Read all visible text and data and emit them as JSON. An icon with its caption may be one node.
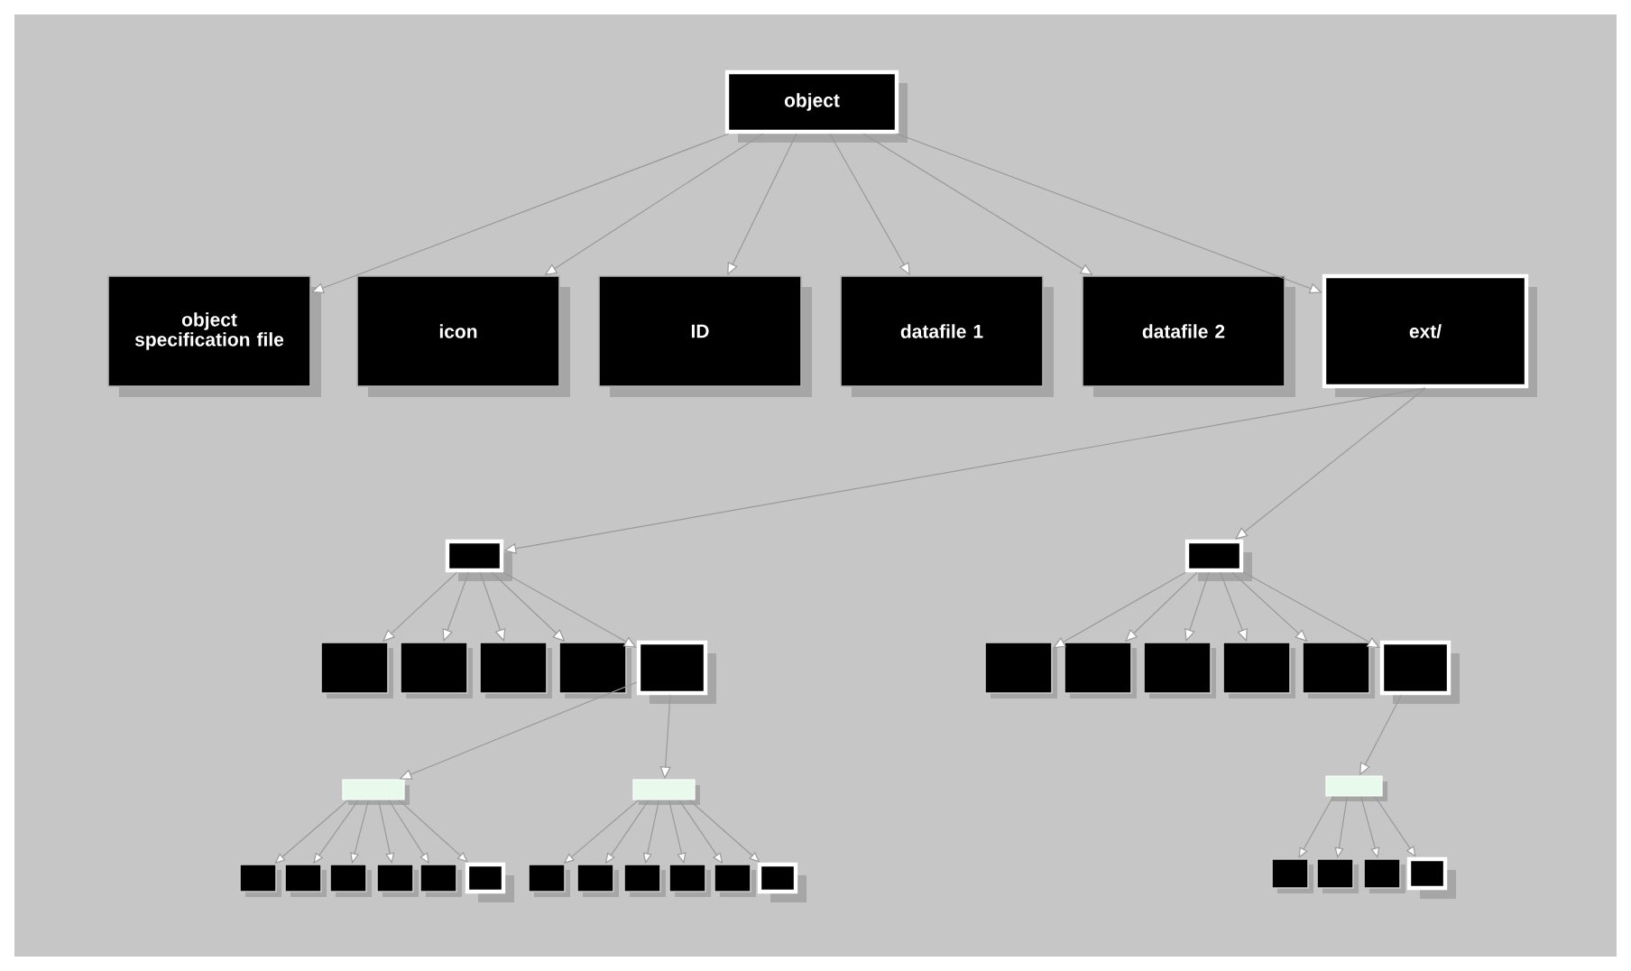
{
  "diagram": {
    "nodes": [
      {
        "text": [
          "object"
        ]
      },
      {
        "text": [
          "object specification file"
        ]
      },
      {
        "text": [
          "icon"
        ]
      },
      {
        "text": [
          "ID"
        ]
      },
      {
        "text": [
          "datafile 1"
        ]
      },
      {
        "text": [
          "datafile 2"
        ]
      },
      {
        "text": [
          "ext/"
        ]
      },
      {
        "text": [],
        "shape": "box"
      },
      {
        "text": [],
        "shape": "box"
      },
      {
        "text": [],
        "shape": "box"
      },
      {
        "text": [],
        "shape": "box"
      },
      {
        "text": [],
        "shape": "box"
      },
      {
        "text": [],
        "shape": "box"
      },
      {
        "text": [],
        "shape": "box"
      },
      {
        "text": [],
        "shape": "box"
      },
      {
        "text": [],
        "shape": "box"
      },
      {
        "text": [],
        "shape": "box"
      },
      {
        "text": [],
        "shape": "box"
      },
      {
        "text": [],
        "shape": "box"
      },
      {
        "text": [],
        "shape": "box"
      },
      {
        "text": [],
        "shape": "box"
      },
      {
        "text": [],
        "shape": "box"
      },
      {
        "text": [],
        "shape": "box"
      },
      {
        "text": [],
        "shape": "box"
      },
      {
        "text": [],
        "shape": "box"
      },
      {
        "text": [],
        "shape": "box"
      },
      {
        "text": [],
        "shape": "box"
      },
      {
        "text": [],
        "shape": "box"
      },
      {
        "text": [],
        "shape": "box"
      },
      {
        "text": [],
        "shape": "box"
      },
      {
        "text": [],
        "shape": "box"
      },
      {
        "text": [],
        "shape": "box"
      },
      {
        "text": [],
        "shape": "box"
      },
      {
        "text": [],
        "shape": "box"
      },
      {
        "text": [],
        "shape": "box"
      },
      {
        "text": [],
        "shape": "box"
      },
      {
        "text": [],
        "shape": "box"
      },
      {
        "text": [],
        "shape": "box"
      },
      {
        "text": [],
        "shape": "box"
      }
    ],
    "edges": [
      {
        "from": 0,
        "to": 1,
        "arrow": "to"
      },
      {
        "from": 0,
        "to": 2,
        "arrow": "to"
      },
      {
        "from": 0,
        "to": 3,
        "arrow": "to"
      },
      {
        "from": 0,
        "to": 4,
        "arrow": "to"
      },
      {
        "from": 0,
        "to": 5,
        "arrow": "to"
      },
      {
        "from": 0,
        "to": 6,
        "arrow": "to"
      },
      {
        "from": 6,
        "to": 7,
        "arrow": "to"
      },
      {
        "from": 6,
        "to": 8,
        "arrow": "to"
      },
      {
        "from": 7,
        "to": 9,
        "arrow": "to"
      },
      {
        "from": 7,
        "to": 10,
        "arrow": "to"
      },
      {
        "from": 7,
        "to": 11,
        "arrow": "to"
      },
      {
        "from": 7,
        "to": 12,
        "arrow": "to"
      },
      {
        "from": 7,
        "to": 13,
        "arrow": "to"
      },
      {
        "from": 8,
        "to": 14,
        "arrow": "to"
      },
      {
        "from": 8,
        "to": 15,
        "arrow": "to"
      },
      {
        "from": 8,
        "to": 16,
        "arrow": "to"
      },
      {
        "from": 8,
        "to": 17,
        "arrow": "to"
      },
      {
        "from": 8,
        "to": 18,
        "arrow": "to"
      },
      {
        "from": 8,
        "to": 19,
        "arrow": "to"
      },
      {
        "from": 13,
        "to": 20,
        "arrow": "to"
      },
      {
        "from": 13,
        "to": 27,
        "arrow": "to"
      },
      {
        "from": 19,
        "to": 34,
        "arrow": "to"
      },
      {
        "from": 20,
        "to": 21,
        "arrow": "to"
      },
      {
        "from": 20,
        "to": 22,
        "arrow": "to"
      },
      {
        "from": 20,
        "to": 23,
        "arrow": "to"
      },
      {
        "from": 20,
        "to": 24,
        "arrow": "to"
      },
      {
        "from": 20,
        "to": 25,
        "arrow": "to"
      },
      {
        "from": 20,
        "to": 26,
        "arrow": "to"
      },
      {
        "from": 27,
        "to": 28,
        "arrow": "to"
      },
      {
        "from": 27,
        "to": 29,
        "arrow": "to"
      },
      {
        "from": 27,
        "to": 30,
        "arrow": "to"
      },
      {
        "from": 27,
        "to": 31,
        "arrow": "to"
      },
      {
        "from": 27,
        "to": 32,
        "arrow": "to"
      },
      {
        "from": 27,
        "to": 33,
        "arrow": "to"
      },
      {
        "from": 34,
        "to": 35,
        "arrow": "to"
      },
      {
        "from": 34,
        "to": 36,
        "arrow": "to"
      },
      {
        "from": 34,
        "to": 37,
        "arrow": "to"
      },
      {
        "from": 34,
        "to": 38,
        "arrow": "to"
      }
    ]
  }
}
